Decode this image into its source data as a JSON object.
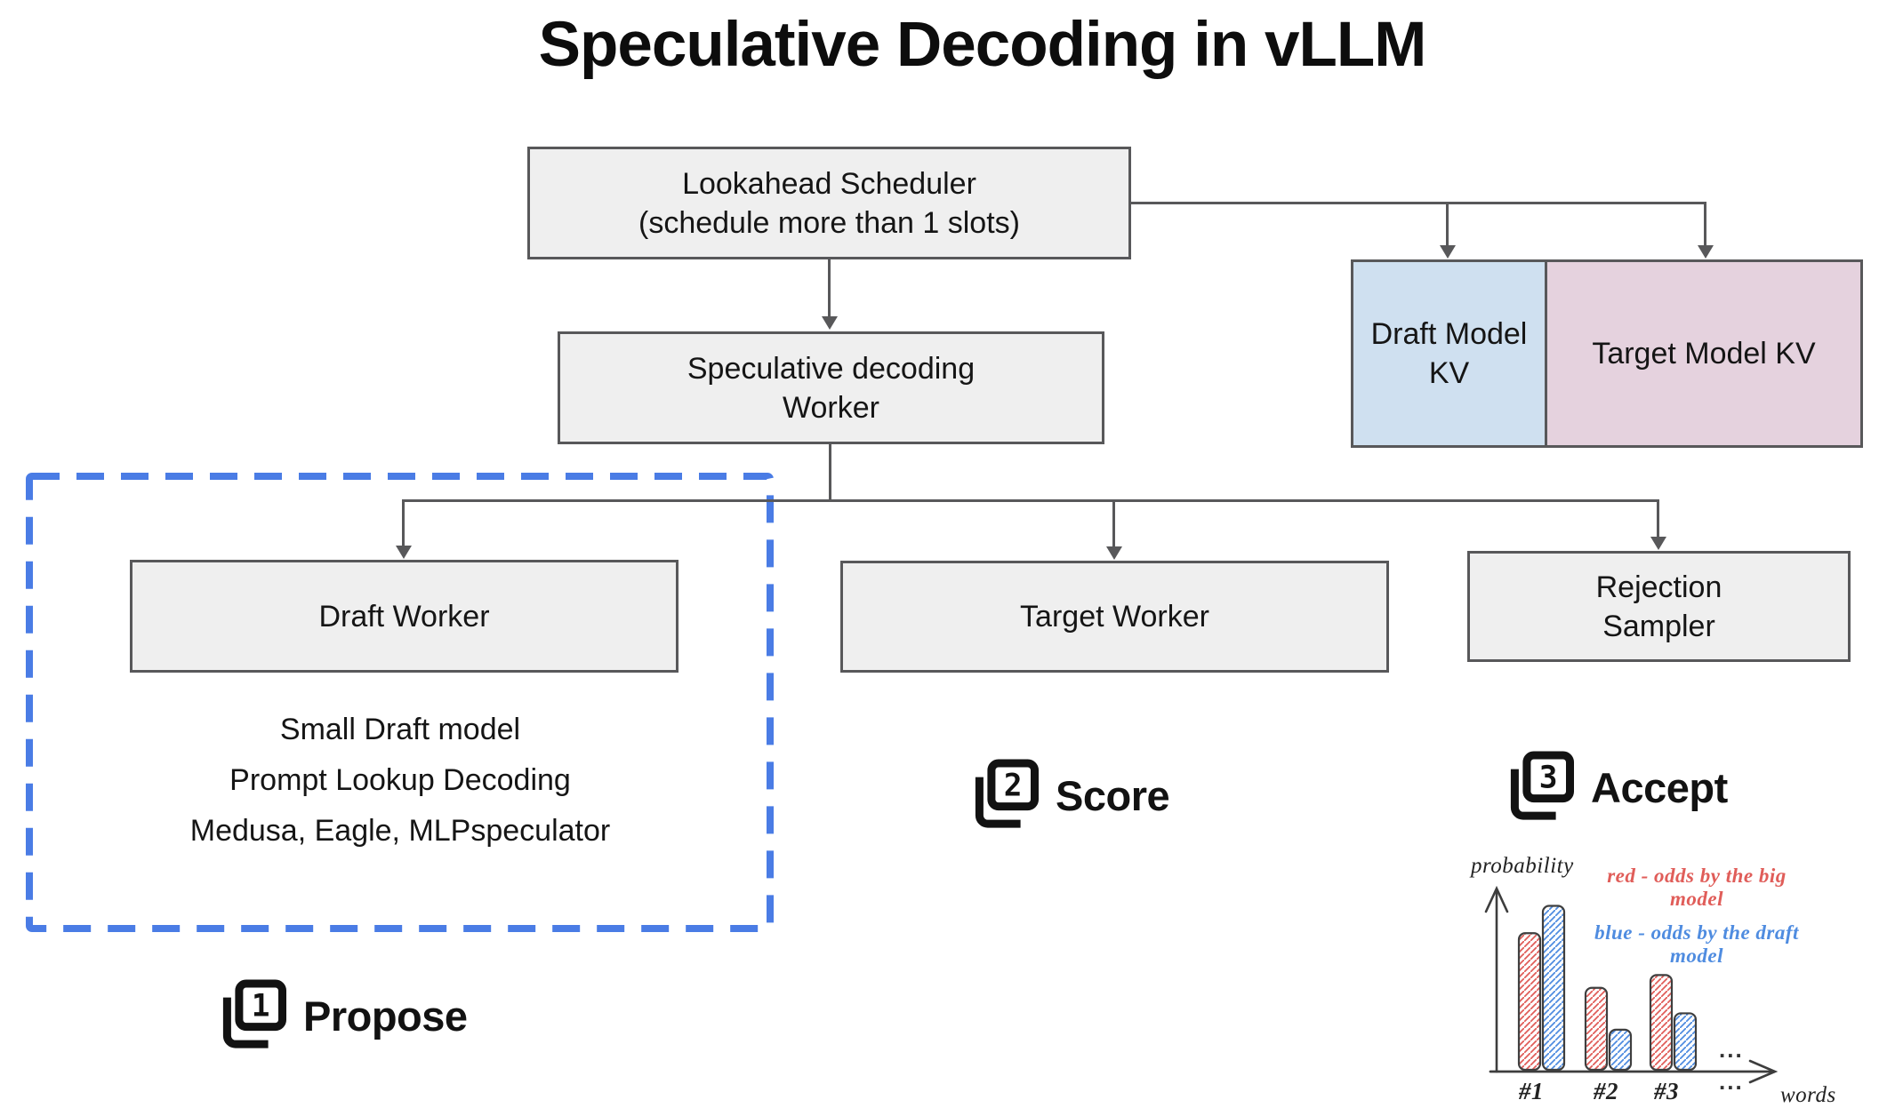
{
  "title": "Speculative Decoding in vLLM",
  "nodes": {
    "scheduler": {
      "line1": "Lookahead Scheduler",
      "line2": "(schedule more than 1 slots)"
    },
    "spec_worker": {
      "line1": "Speculative decoding",
      "line2": "Worker"
    },
    "draft_kv": "Draft Model KV",
    "target_kv": "Target Model KV",
    "draft_worker": "Draft Worker",
    "target_worker": "Target Worker",
    "rejection_sampler": {
      "line1": "Rejection",
      "line2": "Sampler"
    }
  },
  "draft_methods": {
    "line1": "Small Draft model",
    "line2": "Prompt Lookup Decoding",
    "line3": "Medusa, Eagle, MLPspeculator"
  },
  "steps": [
    {
      "number": "1",
      "label": "Propose"
    },
    {
      "number": "2",
      "label": "Score"
    },
    {
      "number": "3",
      "label": "Accept"
    }
  ],
  "colors": {
    "box_fill": "#efefef",
    "box_border": "#58585a",
    "draft_kv_fill": "#cfe0f0",
    "target_kv_fill": "#e5d2de",
    "dashed_border": "#4a7ce5",
    "connector": "#58585a",
    "legend_red": "#e05d59",
    "legend_blue": "#4f8ce0"
  },
  "chart_data": {
    "type": "bar",
    "title": "",
    "ylabel": "probability",
    "xlabel": "words",
    "categories": [
      "#1",
      "#2",
      "#3"
    ],
    "series": [
      {
        "name": "red - odds by the big model",
        "color": "#e05d59",
        "values": [
          0.75,
          0.45,
          0.52
        ]
      },
      {
        "name": "blue - odds by the draft model",
        "color": "#4f8ce0",
        "values": [
          0.9,
          0.22,
          0.31
        ]
      }
    ],
    "ylim": [
      0,
      1
    ],
    "grid": false,
    "legend_position": "top-right",
    "axis_style": "hand-drawn",
    "ellipsis": "..."
  }
}
